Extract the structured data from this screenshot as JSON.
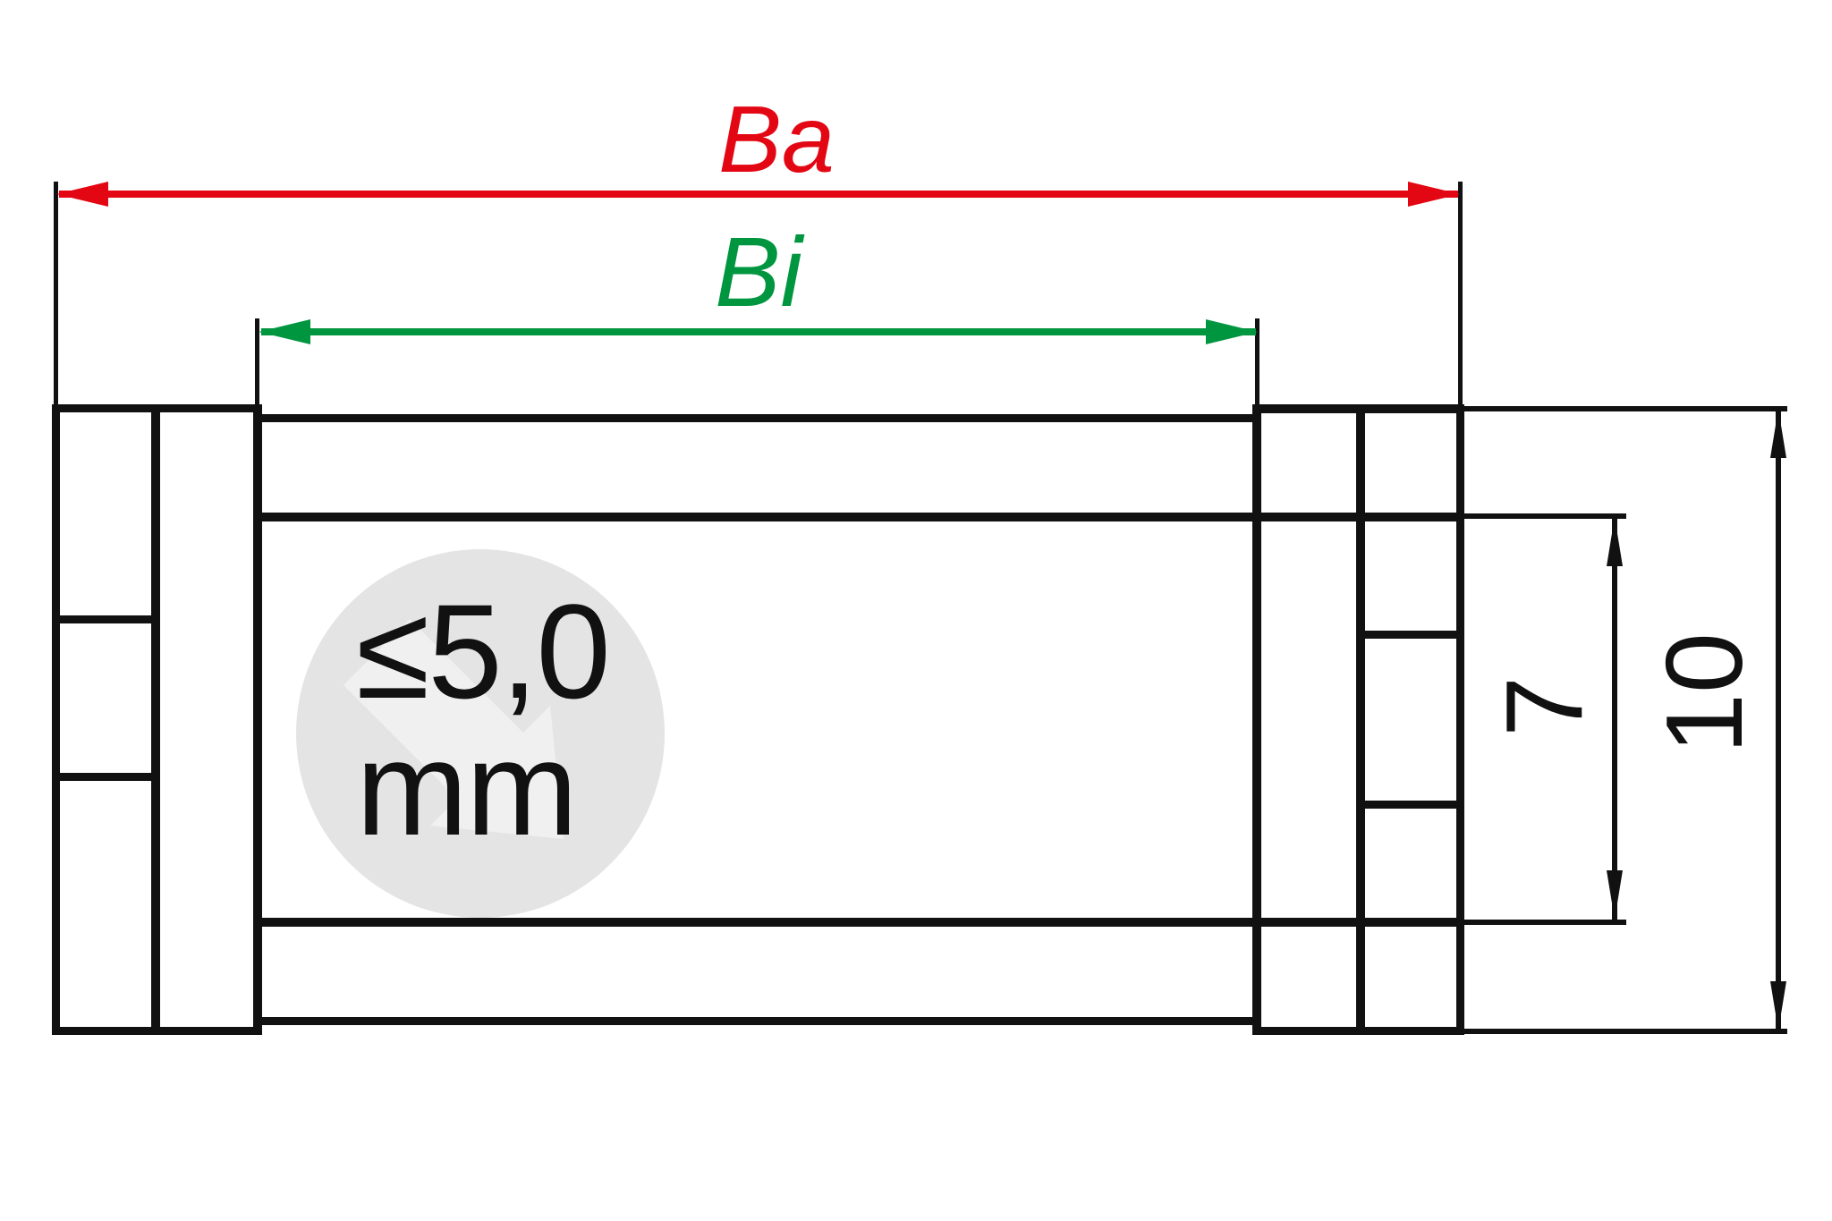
{
  "drawing": {
    "title": "cable-carrier cross-section dimension drawing",
    "labels": {
      "outer_width": "Ba",
      "inner_width": "Bi",
      "inner_height": "7",
      "outer_height": "10"
    },
    "watermark": {
      "line1": "≤5,0",
      "line2": "mm"
    },
    "colors": {
      "red": "#e30613",
      "green": "#009640",
      "ink": "#111111",
      "circle": "#e4e4e4",
      "glyph": "#f0f0f0"
    }
  }
}
